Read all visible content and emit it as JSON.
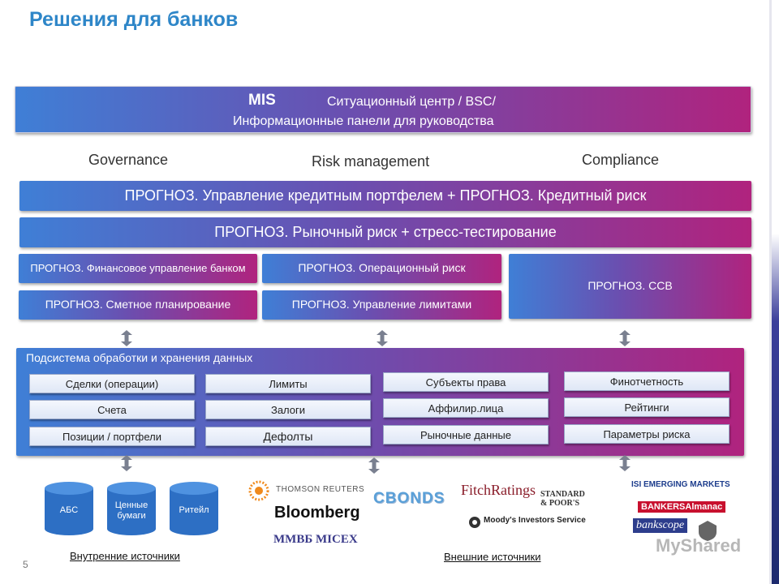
{
  "title": "Решения для банков",
  "mis": {
    "label": "MIS",
    "line1": "Ситуационный центр / BSC/",
    "line2": "Информационные панели для руководства"
  },
  "columns": {
    "governance": "Governance",
    "risk": "Risk management",
    "compliance": "Compliance"
  },
  "wide_bars": [
    "ПРОГНОЗ. Управление кредитным портфелем + ПРОГНОЗ. Кредитный риск",
    "ПРОГНОЗ. Рыночный риск + стресс-тестирование"
  ],
  "modules": {
    "fin_mgmt": "ПРОГНОЗ. Финансовое управление банком",
    "budget": "ПРОГНОЗ. Сметное планирование",
    "oper_risk": "ПРОГНОЗ. Операционный риск",
    "limits_mgmt": "ПРОГНОЗ. Управление лимитами",
    "ccb": "ПРОГНОЗ. ССВ"
  },
  "subsystem": {
    "title": "Подсистема обработки и хранения данных",
    "col1": [
      "Сделки (операции)",
      "Счета",
      "Позиции / портфели"
    ],
    "col2": [
      "Лимиты",
      "Залоги",
      "Дефолты"
    ],
    "col3": [
      "Субъекты права",
      "Аффилир.лица",
      "Рыночные данные"
    ],
    "col4": [
      "Финотчетность",
      "Рейтинги",
      "Параметры риска"
    ]
  },
  "internal_sources": [
    "АБС",
    "Ценные бумаги",
    "Ритейл"
  ],
  "logos": {
    "thomson": "THOMSON REUTERS",
    "bloomberg": "Bloomberg",
    "micex": "ММВБ MICEX",
    "cbonds": "CBONDS",
    "fitch": "FitchRatings",
    "sp": "STANDARD & POOR'S",
    "moodys": "Moody's Investors Service",
    "isi": "ISI EMERGING MARKETS",
    "bankers": "BANKERSAlmanac",
    "bankscope": "bankscope",
    "myshared": "MyShared"
  },
  "labels": {
    "internal": "Внутренние источники",
    "external": "Внешние источники"
  },
  "page_number": "5",
  "colors": {
    "title": "#2e86c8",
    "gradient_start": "#3f7fd6",
    "gradient_end": "#b0237e",
    "cylinder": "#2d6fc4"
  }
}
